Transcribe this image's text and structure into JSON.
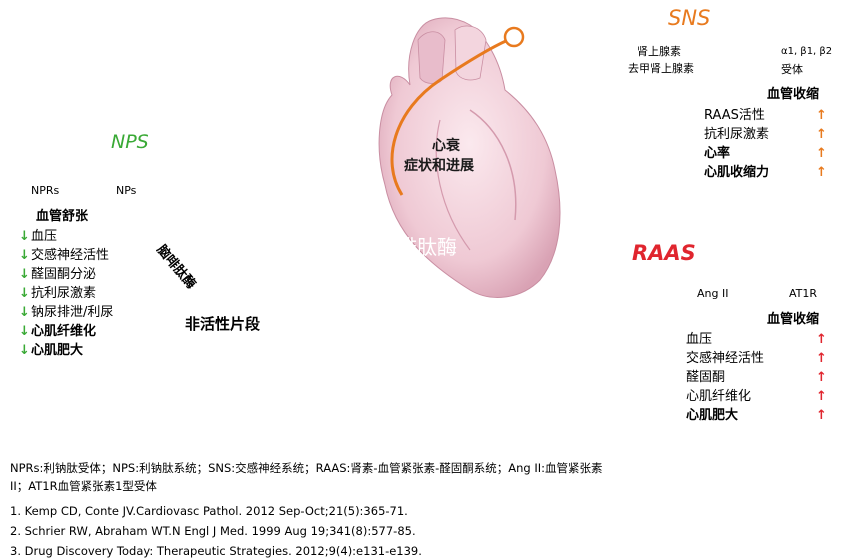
{
  "sns": {
    "title": "SNS",
    "mediators": [
      "肾上腺素",
      "去甲肾上腺素"
    ],
    "receptor_line1": "α1, β1, β2",
    "receptor_line2": "受体",
    "effect_title": "血管收缩",
    "effects": [
      "RAAS活性",
      "抗利尿激素",
      "心率",
      "心肌收缩力"
    ],
    "color": "#e87a1e"
  },
  "raas": {
    "title": "RAAS",
    "ang_left": "Ang II",
    "ang_right": "AT1R",
    "effect_title": "血管收缩",
    "effects": [
      "血压",
      "交感神经活性",
      "醛固酮",
      "心肌纤维化",
      "心肌肥大"
    ],
    "color": "#e0252e"
  },
  "nps": {
    "title": "NPS",
    "npr_label": "NPRs",
    "np_label": "NPs",
    "effect_title": "血管舒张",
    "effects": [
      "血压",
      "交感神经活性",
      "醛固酮分泌",
      "抗利尿激素",
      "钠尿排泄/利尿",
      "心肌纤维化",
      "心肌肥大"
    ],
    "color": "#39a935"
  },
  "heart": {
    "label_line1": "心衰",
    "label_line2": "症状和进展"
  },
  "enzyme_label": "脑啡肽酶",
  "block_label": "阻断脑啡肽酶",
  "inactive_label": "非活性片段",
  "footer": {
    "abbrev_line1": "NPRs:利钠肽受体；NPS:利钠肽系统；SNS:交感神经系统；RAAS:肾素-血管紧张素-醛固酮系统；Ang II:血管紧张素",
    "abbrev_line2": "II；AT1R血管紧张素1型受体",
    "refs": [
      "1.  Kemp CD, Conte JV.Cardiovasc Pathol. 2012 Sep-Oct;21(5):365-71.",
      "2.  Schrier RW, Abraham WT.N Engl J Med. 1999 Aug 19;341(8):577-85.",
      "3.  Drug Discovery Today: Therapeutic Strategies. 2012;9(4):e131-e139."
    ]
  }
}
